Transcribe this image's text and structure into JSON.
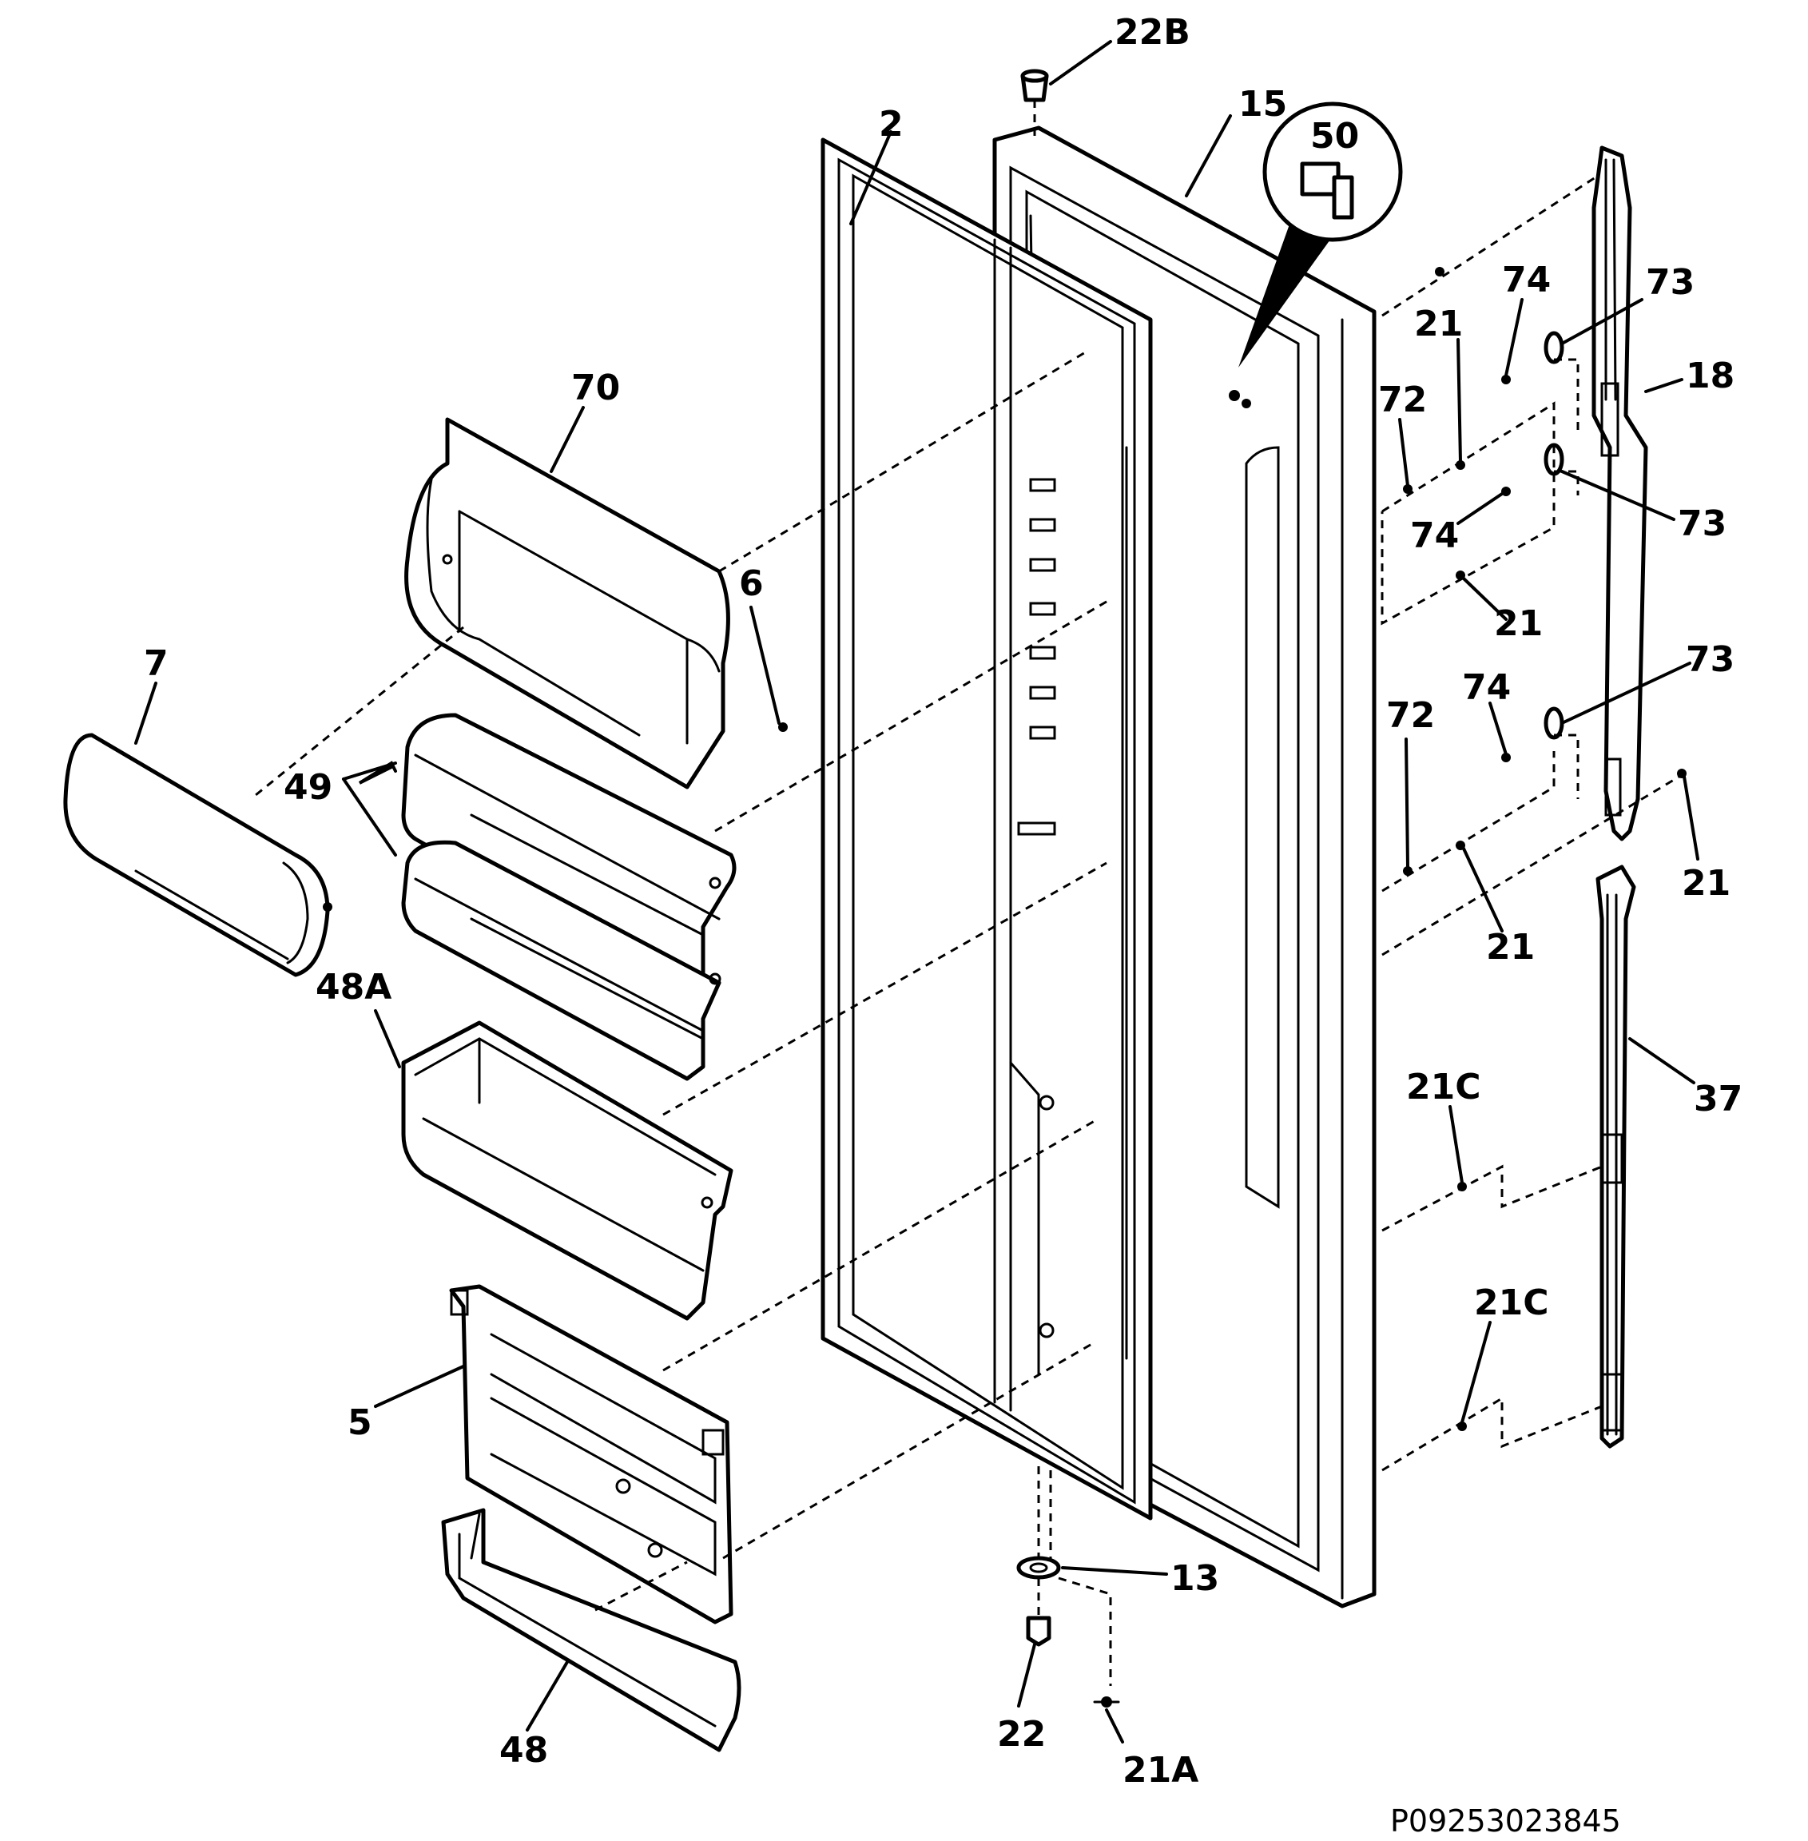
{
  "labels": {
    "p22B": "22B",
    "p2": "2",
    "p15": "15",
    "p50": "50",
    "p74a": "74",
    "p73a": "73",
    "p21a": "21",
    "p18": "18",
    "p72a": "72",
    "p73b": "73",
    "p74b": "74",
    "p21b": "21",
    "p70": "70",
    "p6": "6",
    "p7": "7",
    "p73c": "73",
    "p74c": "74",
    "p72b": "72",
    "p49": "49",
    "p21c": "21",
    "p21d": "21",
    "p48A": "48A",
    "p37": "37",
    "p21C1": "21C",
    "p21C2": "21C",
    "p5": "5",
    "p13": "13",
    "p22": "22",
    "p48": "48",
    "p21A": "21A"
  },
  "drawing_code": "P09253023845"
}
